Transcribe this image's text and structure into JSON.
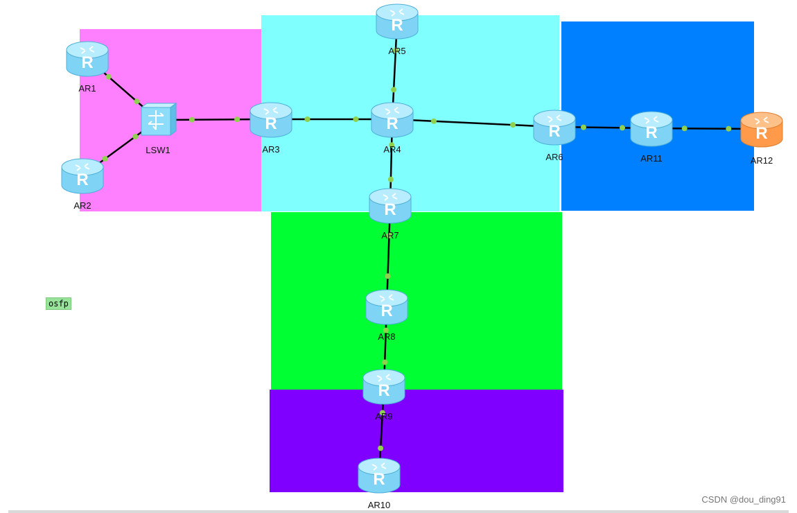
{
  "areas": [
    {
      "id": "area-pink",
      "color": "#ff80ff"
    },
    {
      "id": "area-cyan",
      "color": "#80ffff"
    },
    {
      "id": "area-blue",
      "color": "#0080ff"
    },
    {
      "id": "area-green",
      "color": "#00ff33"
    },
    {
      "id": "area-purple",
      "color": "#8000ff"
    }
  ],
  "devices": [
    {
      "id": "ar1",
      "label": "AR1",
      "type": "router"
    },
    {
      "id": "ar2",
      "label": "AR2",
      "type": "router"
    },
    {
      "id": "lsw1",
      "label": "LSW1",
      "type": "switch"
    },
    {
      "id": "ar3",
      "label": "AR3",
      "type": "router"
    },
    {
      "id": "ar4",
      "label": "AR4",
      "type": "router"
    },
    {
      "id": "ar5",
      "label": "AR5",
      "type": "router"
    },
    {
      "id": "ar6",
      "label": "AR6",
      "type": "router"
    },
    {
      "id": "ar7",
      "label": "AR7",
      "type": "router"
    },
    {
      "id": "ar8",
      "label": "AR8",
      "type": "router"
    },
    {
      "id": "ar9",
      "label": "AR9",
      "type": "router"
    },
    {
      "id": "ar10",
      "label": "AR10",
      "type": "router"
    },
    {
      "id": "ar11",
      "label": "AR11",
      "type": "router"
    },
    {
      "id": "ar12",
      "label": "AR12",
      "type": "router-orange"
    }
  ],
  "links": [
    [
      "ar1",
      "lsw1"
    ],
    [
      "ar2",
      "lsw1"
    ],
    [
      "lsw1",
      "ar3"
    ],
    [
      "ar3",
      "ar4"
    ],
    [
      "ar4",
      "ar5"
    ],
    [
      "ar4",
      "ar6"
    ],
    [
      "ar4",
      "ar7"
    ],
    [
      "ar7",
      "ar8"
    ],
    [
      "ar8",
      "ar9"
    ],
    [
      "ar9",
      "ar10"
    ],
    [
      "ar6",
      "ar11"
    ],
    [
      "ar11",
      "ar12"
    ]
  ],
  "colors": {
    "link": "#000000",
    "port_dot": "#8fd14f",
    "router_body": "#7fd3f5",
    "router_top": "#b8ecff",
    "router_orange_body": "#ff9a4a",
    "router_orange_top": "#ffc18a"
  },
  "note": {
    "text": "osfp",
    "color": "#98e39a"
  },
  "watermark": "CSDN @dou_ding91"
}
